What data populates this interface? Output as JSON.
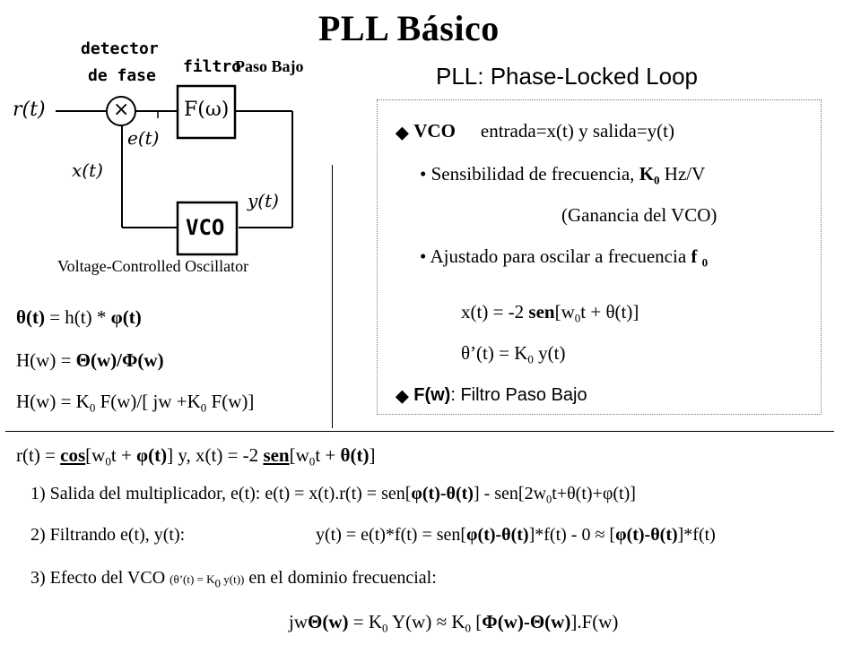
{
  "title": "PLL   Básico",
  "subtitle": "PLL: Phase-Locked Loop",
  "diagram": {
    "label_detector_1": "detector",
    "label_detector_2": "de fase",
    "label_filtro": "filtro",
    "label_paso_bajo": "Paso Bajo",
    "r_in": "r(t)",
    "multiplier_symbol": "×",
    "filter_block": "F(ω)",
    "e_label": "e(t)",
    "x_label": "x(t)",
    "y_label": "y(t)",
    "vco_block": "VCO",
    "vco_caption": "Voltage-Controlled Oscillator"
  },
  "vco_box": {
    "line1_label": "VCO",
    "line1_rest": "entrada=x(t)  y   salida=y(t)",
    "line2_text": "Sensibilidad de frecuencia, ",
    "line2_K": "K",
    "line2_sub": "0",
    "line2_unit": " Hz/V",
    "line3": "(Ganancia del VCO)",
    "line4_text": "Ajustado para oscilar a frecuencia ",
    "line4_f": "f",
    "line4_sub": "0",
    "eq1_a": "x(t)   = -2 ",
    "eq1_sen": "sen",
    "eq1_b": "[w",
    "eq1_sub": "0",
    "eq1_c": "t + θ(t)]",
    "eq2_a": "θ’(t)  = K",
    "eq2_sub": "0",
    "eq2_b": " y(t)",
    "line7_label": "F(w)",
    "line7_rest": ":  Filtro Paso Bajo"
  },
  "left_eqs": {
    "eq1_a": "θ(t)",
    "eq1_b": " = h(t) * ",
    "eq1_c": "φ(t)",
    "eq2_a": "H(w) = ",
    "eq2_b": "Θ(w)/Φ(w)",
    "eq3_a": "H(w) = K",
    "eq3_sub1": "0",
    "eq3_b": " F(w)/[ jw   +K",
    "eq3_sub2": "0",
    "eq3_c": " F(w)]"
  },
  "bottom": {
    "r_a": "r(t) = ",
    "r_cos": "cos",
    "r_b": "[w",
    "r_sub": "0",
    "r_c": "t + ",
    "r_phi": "φ(t)",
    "r_d": "]    y,     x(t) = -2 ",
    "r_sen": "sen",
    "r_e": "[w",
    "r_sub2": "0",
    "r_f": "t + ",
    "r_theta": "θ(t)",
    "r_g": "]",
    "s1_a": "1) Salida del multiplicador, e(t):  e(t) = x(t).r(t) = sen[",
    "s1_b": "φ(t)-θ(t)",
    "s1_c": "] - sen[2w",
    "s1_sub": "0",
    "s1_d": "t+θ(t)+φ(t)]",
    "s2_a": "2) Filtrando e(t),  y(t):",
    "s2_b": "y(t) = e(t)*f(t) = sen[",
    "s2_c": "φ(t)-θ(t)",
    "s2_d": "]*f(t) - 0  ≈  [",
    "s2_e": "φ(t)-θ(t)",
    "s2_f": "]*f(t)",
    "s3_a": "3) Efecto del VCO  ",
    "s3_small": "(θ’(t)  = K",
    "s3_small_sub": "0",
    "s3_small_b": " y(t))",
    "s3_b": "  en el dominio frecuencial:",
    "s4_a": "jw",
    "s4_b": "Θ(w)",
    "s4_c": " = K",
    "s4_sub1": "0",
    "s4_d": " Y(w)  ≈  K",
    "s4_sub2": "0",
    "s4_e": " [",
    "s4_f": "Φ(w)-Θ(w)",
    "s4_g": "].F(w)"
  }
}
